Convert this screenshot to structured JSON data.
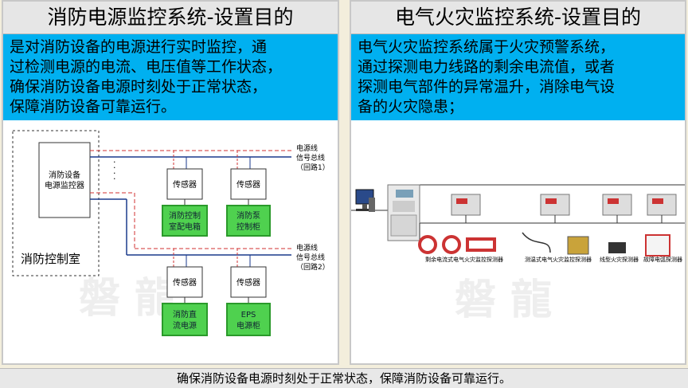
{
  "left": {
    "title": "消防电源监控系统-设置目的",
    "desc_lines": [
      "是对消防设备的电源进行实时监控，通",
      "过检测电源的电流、电压值等工作状态，",
      "确保消防设备电源时刻处于正常状态，",
      "保障消防设备可靠运行。"
    ],
    "diagram": {
      "room_label": "消防控制室",
      "monitor_lines": [
        "消防设备",
        "电源监控器"
      ],
      "bus1_labels": [
        "电源线",
        "信号总线",
        "（回路1）"
      ],
      "bus2_labels": [
        "电源线",
        "信号总线",
        "（回路2）"
      ],
      "sensor_label": "传感器",
      "devices": [
        [
          "消防控制",
          "室配电箱"
        ],
        [
          "消防泵",
          "控制柜"
        ],
        [
          "消防直",
          "流电源"
        ],
        [
          "EPS",
          "电源柜"
        ]
      ],
      "watermark": "磐 龍"
    }
  },
  "right": {
    "title": "电气火灾监控系统-设置目的",
    "desc_lines": [
      "电气火灾监控系统属于火灾预警系统，",
      "通过探测电力线路的剩余电流值，或者",
      "探测电气部件的异常温升，消除电气设",
      "备的火灾隐患；"
    ],
    "captions": [
      "剩余电流式电气火灾监控探测器",
      "测温式电气火灾监控探测器",
      "线型火灾探测器",
      "故障电弧探测器"
    ],
    "watermark": "磐 龍"
  },
  "footer": "确保消防设备电源时刻处于正常状态，保障消防设备可靠运行。",
  "colors": {
    "accent": "#00b0f0",
    "green": "#4fd14f",
    "power_line": "#d23232",
    "signal_line": "#1a3a8c"
  }
}
